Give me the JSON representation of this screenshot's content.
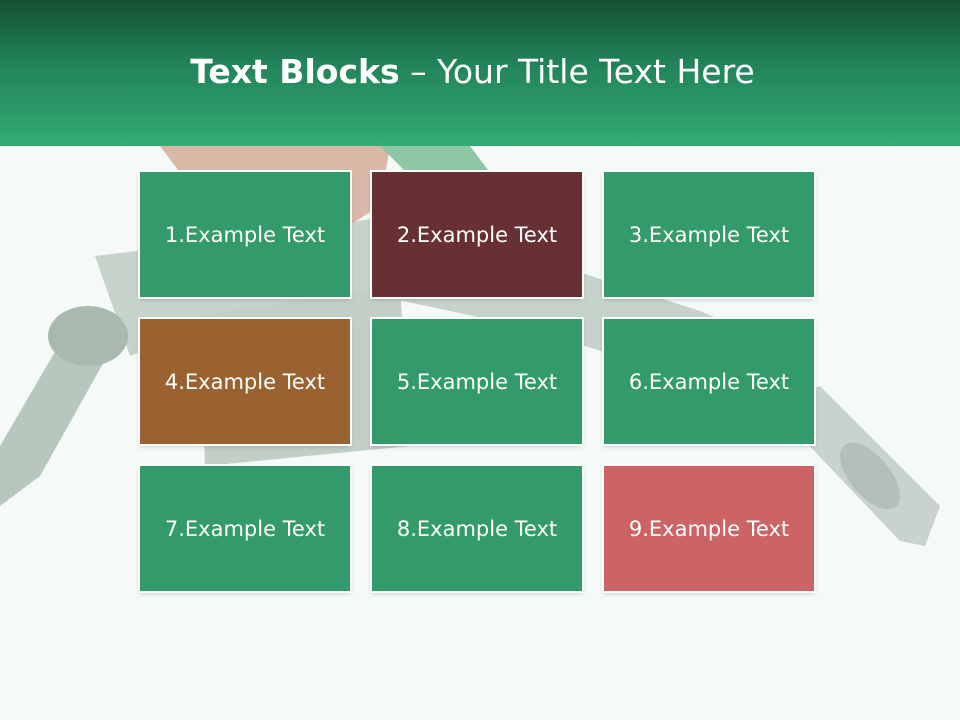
{
  "title": {
    "bold": "Text Blocks",
    "dash": "–",
    "rest": "Your Title Text Here"
  },
  "colors": {
    "header_dark": "#184f34",
    "header_light": "#34ac74",
    "green": "#329b69",
    "maroon": "#673133",
    "brown": "#996230",
    "rose": "#cc6466"
  },
  "background_image": "fuel-nozzle-photo",
  "blocks": [
    {
      "label": "1.Example Text",
      "color": "#329b69"
    },
    {
      "label": "2.Example Text",
      "color": "#673133"
    },
    {
      "label": "3.Example Text",
      "color": "#329b69"
    },
    {
      "label": "4.Example Text",
      "color": "#996230"
    },
    {
      "label": "5.Example Text",
      "color": "#329b69"
    },
    {
      "label": "6.Example Text",
      "color": "#329b69"
    },
    {
      "label": "7.Example Text",
      "color": "#329b69"
    },
    {
      "label": "8.Example Text",
      "color": "#329b69"
    },
    {
      "label": "9.Example Text",
      "color": "#cc6466"
    }
  ]
}
